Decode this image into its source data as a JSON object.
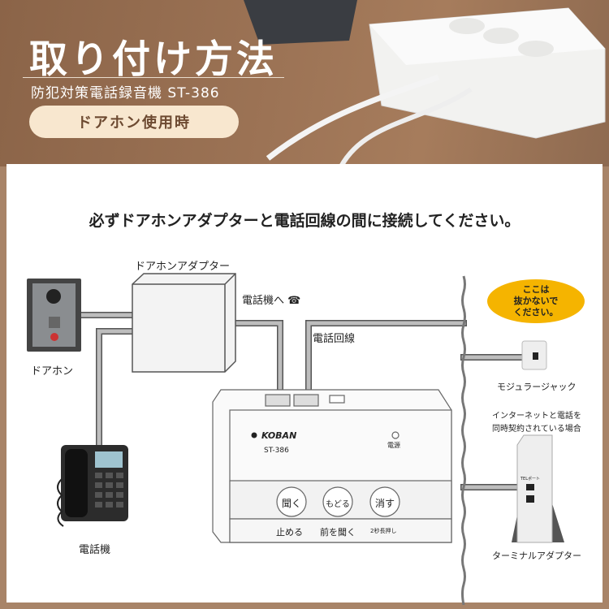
{
  "header": {
    "title": "取り付け方法",
    "subtitle": "防犯対策電話録音機 ST-386",
    "badge": "ドアホン使用時"
  },
  "instruction": "必ずドアホンアダプターと電話回線の間に接続してください。",
  "labels": {
    "doorphone": "ドアホン",
    "doorphone_adapter": "ドアホンアダプター",
    "to_phone": "電話機へ",
    "phone_line": "電話回線",
    "phone": "電話機",
    "modular_jack": "モジュラージャック",
    "internet_note_1": "インターネットと電話を",
    "internet_note_2": "同時契約されている場合",
    "terminal_adapter": "ターミナルアダプター",
    "tel_port": "TELポート"
  },
  "callout": {
    "line1": "ここは",
    "line2": "抜かないで",
    "line3": "ください。",
    "color": "#f5b400"
  },
  "device": {
    "brand": "KOBAN",
    "model": "ST-386",
    "power_label": "電源",
    "buttons": [
      {
        "label": "聞く",
        "caption": "止める"
      },
      {
        "label": "もどる",
        "caption": "前を聞く"
      },
      {
        "label": "消す",
        "caption": "2秒長押し"
      }
    ]
  },
  "colors": {
    "frame": "#a88468",
    "badge_bg": "#f8e7cf",
    "badge_text": "#6d4a31"
  }
}
